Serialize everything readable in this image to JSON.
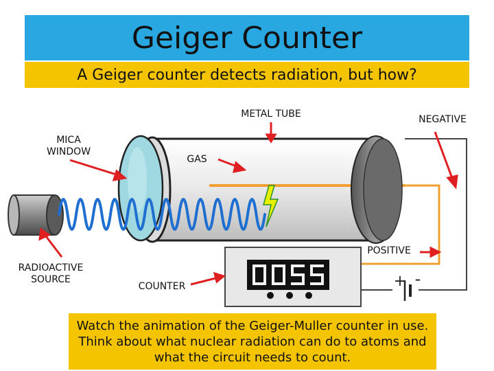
{
  "title": "Geiger Counter",
  "subtitle": "A Geiger counter detects radiation, but how?",
  "labels": {
    "metal_tube": "METAL TUBE",
    "negative": "NEGATIVE",
    "mica_window": "MICA\nWINDOW",
    "gas": "GAS",
    "positive": "POSITIVE",
    "radioactive_source": "RADIOACTIVE\nSOURCE",
    "counter": "COUNTER"
  },
  "counter_display": "0055",
  "battery_polarity": {
    "plus": "+",
    "minus": "-"
  },
  "caption": "Watch the animation of the Geiger-Muller counter in use. Think about what nuclear radiation can do to atoms and what the circuit needs to count.",
  "colors": {
    "title_bar": "#29a7e1",
    "highlight_bar": "#f5c400",
    "arrow": "#e02020",
    "wave": "#1f6fd0",
    "wire": "#f0a030"
  }
}
